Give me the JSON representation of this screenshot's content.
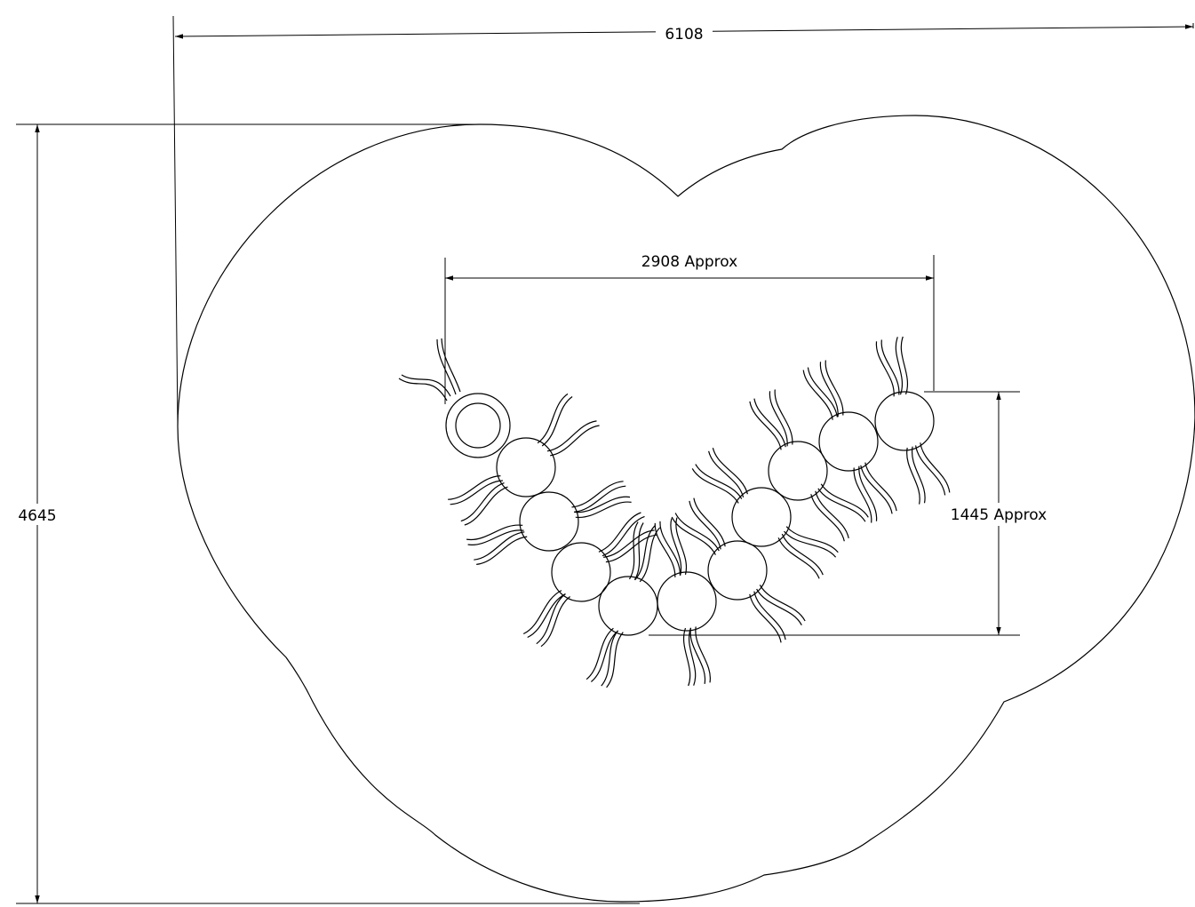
{
  "dimensions": {
    "overall_width": "6108",
    "overall_height": "4645",
    "feature_width": "2908 Approx",
    "feature_height": "1445 Approx"
  },
  "colors": {
    "line": "#000000",
    "background": "#ffffff"
  }
}
